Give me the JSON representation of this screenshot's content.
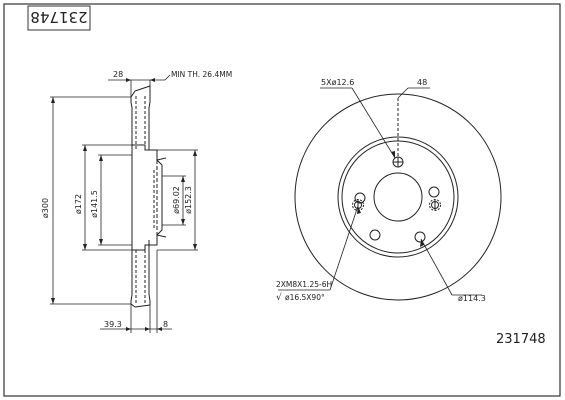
{
  "part_number": "231748",
  "part_number_flipped": "231748",
  "section": {
    "dim_28": "28",
    "min_th": "MIN TH. 26.4MM",
    "dia_300": "ø300",
    "dia_172": "ø172",
    "dia_141_5": "ø141.5",
    "dia_69_02": "ø69.02",
    "dia_152_3": "ø152.3",
    "dim_39_3": "39.3",
    "dim_8": "8"
  },
  "face": {
    "bolt_holes": "5Xø12.6",
    "angle_48": "48",
    "threads": "2XM8X1.25-6H",
    "countersink": "ø16.5X90°",
    "pcd": "ø114.3"
  },
  "colors": {
    "line": "#222222",
    "frame": "#333333"
  }
}
